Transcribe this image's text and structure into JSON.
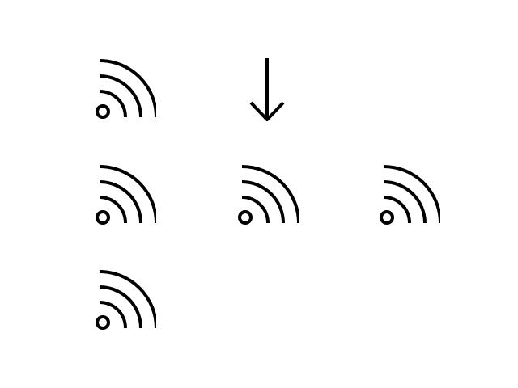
{
  "icons": [
    {
      "row": 1,
      "col": 1,
      "icon": "rss-feed-icon"
    },
    {
      "row": 1,
      "col": 2,
      "icon": "arrow-down-icon"
    },
    {
      "row": 2,
      "col": 1,
      "icon": "rss-feed-icon"
    },
    {
      "row": 2,
      "col": 2,
      "icon": "rss-feed-icon"
    },
    {
      "row": 2,
      "col": 3,
      "icon": "rss-feed-icon"
    },
    {
      "row": 3,
      "col": 1,
      "icon": "rss-feed-icon"
    }
  ],
  "colors": {
    "background": "#ffffff",
    "stroke": "#000000"
  }
}
